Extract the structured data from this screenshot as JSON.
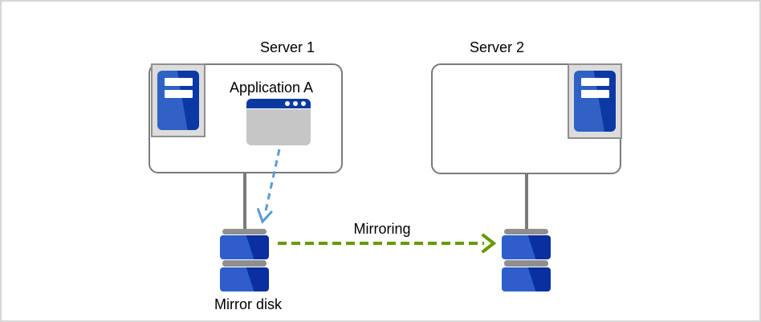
{
  "diagram": {
    "type": "cluster-mirroring-architecture",
    "nodes": {
      "server1": {
        "label": "Server 1",
        "icon": "server-tower-icon"
      },
      "server2": {
        "label": "Server 2",
        "icon": "server-tower-icon"
      },
      "application": {
        "label": "Application A",
        "icon": "app-window-icon"
      },
      "mirror_disk_left": {
        "label": "Mirror disk",
        "icon": "disk-stack-icon"
      },
      "mirror_disk_right": {
        "label": "",
        "icon": "disk-stack-icon"
      }
    },
    "arrows": {
      "app_to_disk": {
        "style": "dashed",
        "color": "#5b9bd5",
        "direction": "down"
      },
      "mirroring": {
        "label": "Mirroring",
        "style": "dashed",
        "color": "#689a00",
        "direction": "right"
      }
    },
    "colors": {
      "canvas_border": "#d6d6d6",
      "box_border": "#7a7a7a",
      "icon_frame_bg": "#dcdcdc",
      "icon_frame_border": "#8f8f8f",
      "tower_blue_light": "#2f62c4",
      "tower_blue_dark": "#0c38a4",
      "app_titlebar_blue": "#0a3aa0",
      "app_body_gray": "#c6c6c6",
      "disk_cap_gray": "#8f8f8f",
      "disk_blue_light": "#2d5ec9",
      "disk_blue_dark": "#0a2f9f",
      "text": "#000000"
    }
  }
}
